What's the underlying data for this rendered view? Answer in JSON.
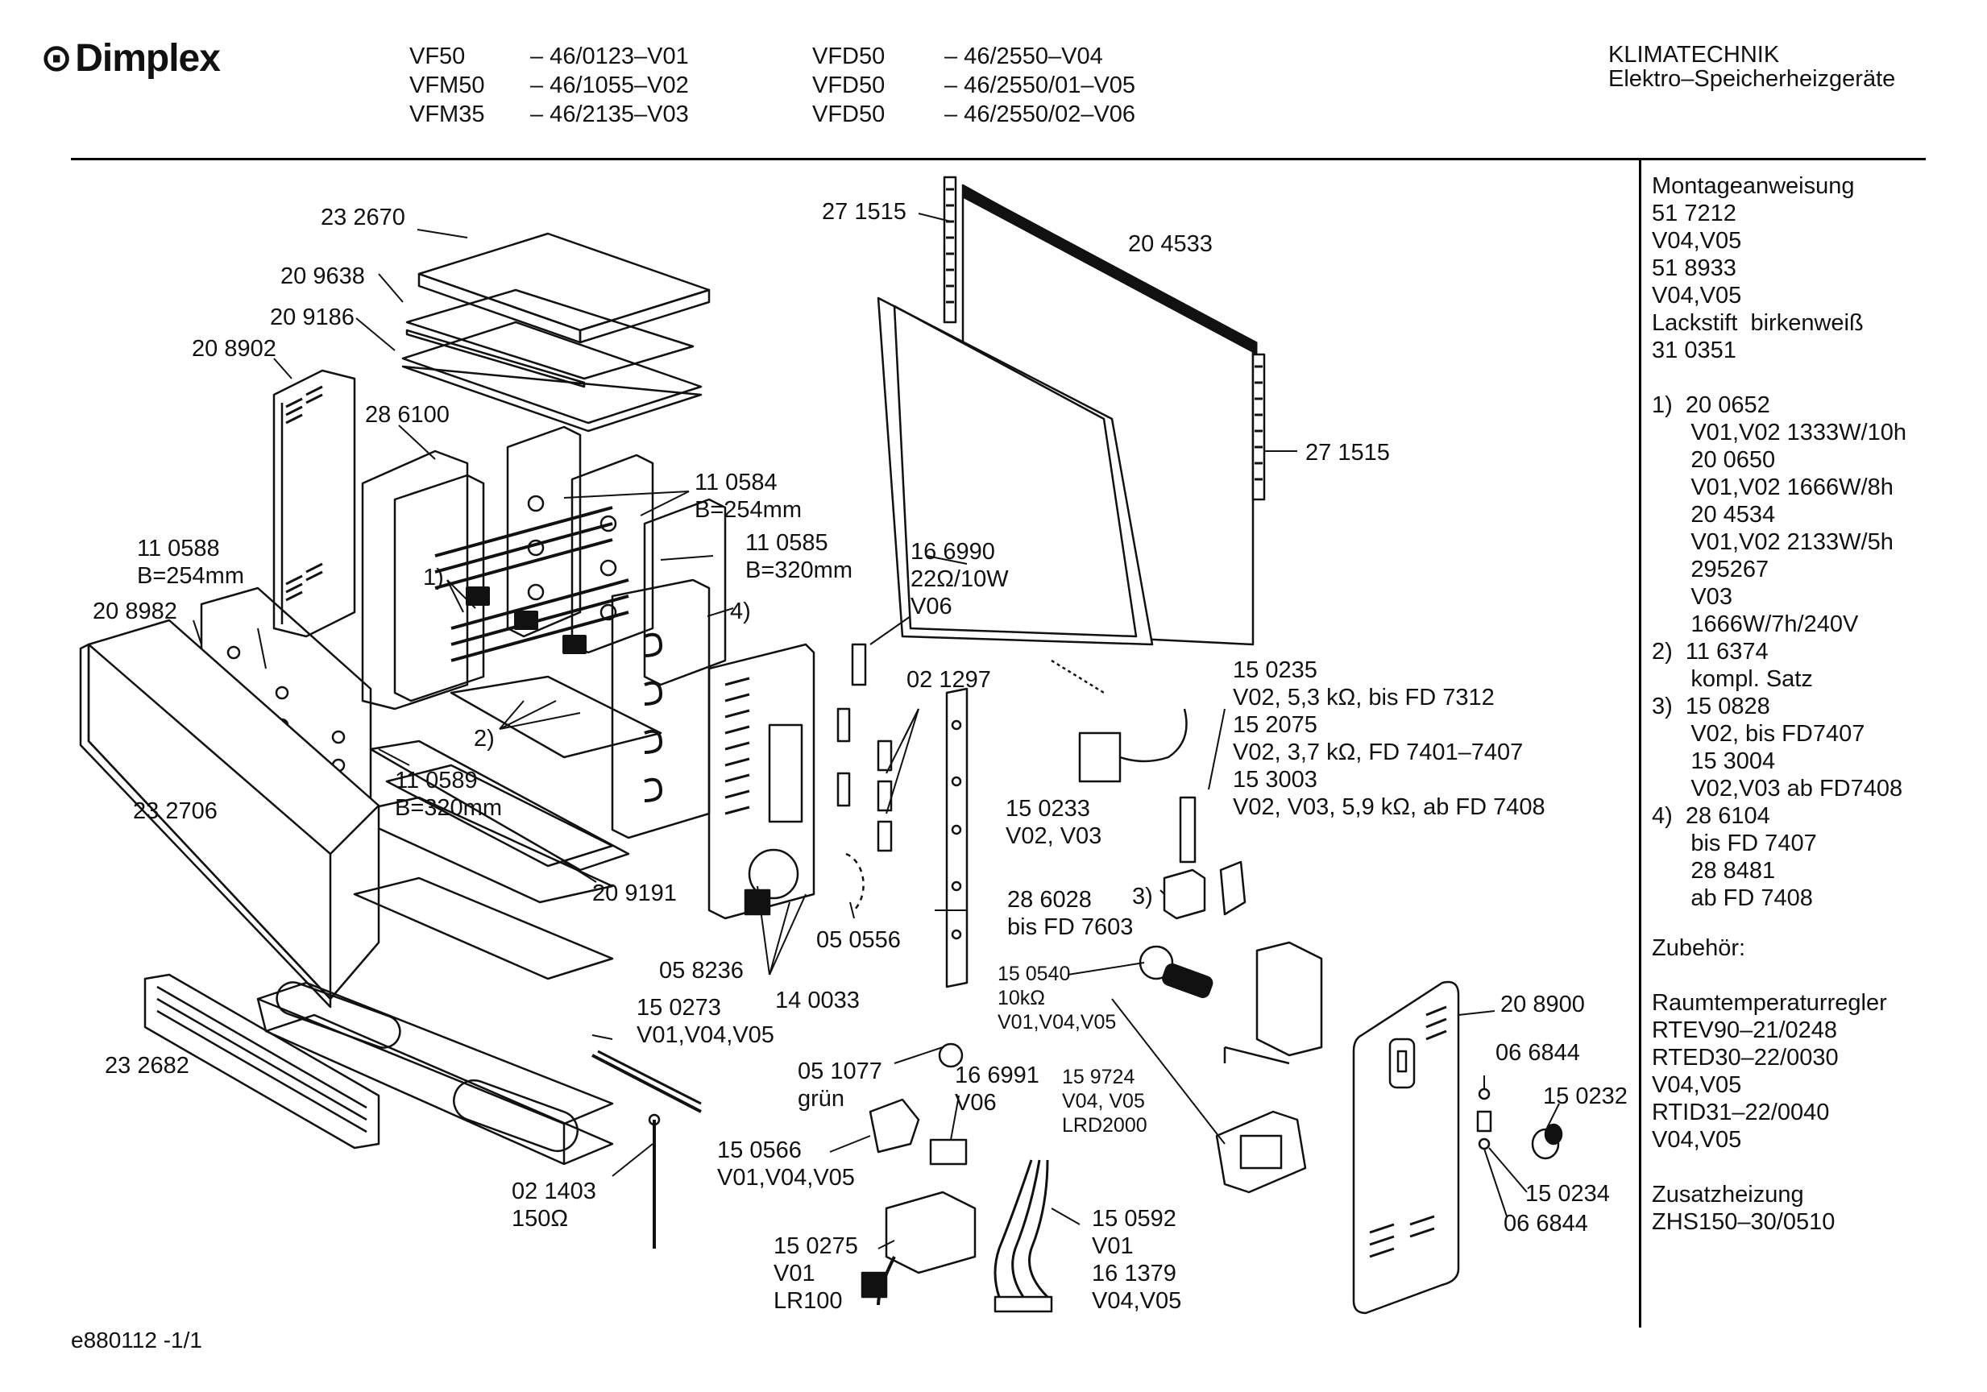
{
  "header": {
    "logo": "Dimplex",
    "models_col1": [
      {
        "model": "VF50",
        "code": "– 46/0123–V01"
      },
      {
        "model": "VFM50",
        "code": "– 46/1055–V02"
      },
      {
        "model": "VFM35",
        "code": "– 46/2135–V03"
      }
    ],
    "models_col2": [
      {
        "model": "VFD50",
        "code": "– 46/2550–V04"
      },
      {
        "model": "VFD50",
        "code": "– 46/2550/01–V05"
      },
      {
        "model": "VFD50",
        "code": "– 46/2550/02–V06"
      }
    ],
    "category": "KLIMATECHNIK",
    "subcategory": "Elektro–Speicherheizgeräte"
  },
  "parts": {
    "p1": "23 2670",
    "p2": "20 9638",
    "p3": "20 9186",
    "p4": "20 8902",
    "p5": "28 6100",
    "p6": "11 0584\nB=254mm",
    "p7": "11 0585\nB=320mm",
    "p8": "11 0588\nB=254mm",
    "p9": "20 8982",
    "p10": "1)",
    "p11": "4)",
    "p12": "2)",
    "p13": "11 0589\nB=320mm",
    "p14": "23 2706",
    "p15": "20 9191",
    "p16": "23 2682",
    "p17": "05 8236",
    "p18": "05 0556",
    "p19": "14 0033",
    "p20": "15 0273\nV01,V04,V05",
    "p21": "02 1403\n150Ω",
    "p22": "05 1077\ngrün",
    "p23": "15 0566\nV01,V04,V05",
    "p24": "16 6991\nV06",
    "p25": "15 0275\nV01\nLR100",
    "p26": "15 0592\nV01\n16 1379\nV04,V05",
    "p27": "27 1515",
    "p28": "20 4533",
    "p29": "27 1515",
    "p30": "16 6990\n22Ω/10W\nV06",
    "p31": "02 1297",
    "p32": "15 0233\nV02, V03",
    "p33": "28 6028\nbis FD 7603",
    "p34": "3)",
    "p35": "15 0235\nV02, 5,3 kΩ, bis FD 7312\n15 2075\nV02, 3,7 kΩ, FD 7401–7407\n15 3003\nV02, V03, 5,9 kΩ, ab FD 7408",
    "p36": "15 0540\n10kΩ\nV01,V04,V05",
    "p37": "15 9724\nV04, V05\nLRD2000",
    "p38": "20 8900",
    "p39": "06 6844",
    "p40": "15 0232",
    "p41": "15 0234",
    "p42": "06 6844"
  },
  "sidebar": {
    "block1": "Montageanweisung\n51 7212\nV04,V05\n51 8933\nV04,V05\nLackstift  birkenweiß\n31 0351",
    "block2": "1)  20 0652\n      V01,V02 1333W/10h\n      20 0650\n      V01,V02 1666W/8h\n      20 4534\n      V01,V02 2133W/5h\n      295267\n      V03\n      1666W/7h/240V\n2)  11 6374\n      kompl. Satz\n3)  15 0828\n      V02, bis FD7407\n      15 3004\n      V02,V03 ab FD7408\n4)  28 6104\n      bis FD 7407\n      28 8481\n      ab FD 7408",
    "block3": "Zubehör:\n\nRaumtemperaturregler\nRTEV90–21/0248\nRTED30–22/0030\nV04,V05\nRTID31–22/0040\nV04,V05",
    "block4": "Zusatzheizung\nZHS150–30/0510"
  },
  "footer": "e880112 -1/1"
}
